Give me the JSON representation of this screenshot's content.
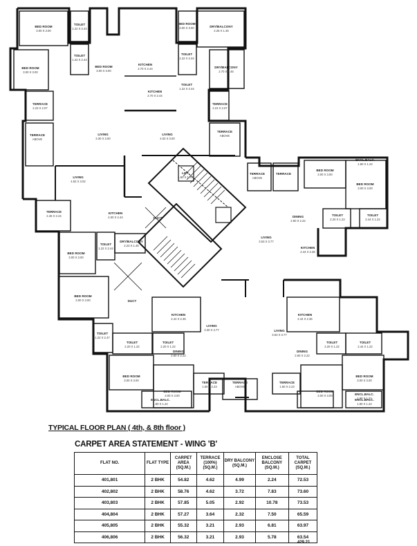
{
  "floor_plan": {
    "rooms": [
      {
        "name": "BED ROOM",
        "dim": "3.00 X 3.00"
      },
      {
        "name": "TOILET",
        "dim": "1.22 X 2.44"
      },
      {
        "name": "TOILET",
        "dim": "1.22 X 2.44"
      },
      {
        "name": "BED ROOM",
        "dim": "3.00 X 3.00"
      },
      {
        "name": "BED ROOM",
        "dim": "3.00 X 3.00"
      },
      {
        "name": "TOILET",
        "dim": "1.22 X 2.44"
      },
      {
        "name": "DRY/BALCONY",
        "dim": "2.26 X 1.45"
      },
      {
        "name": "DRY/BALCONY",
        "dim": "2.70 X 1.45"
      },
      {
        "name": "TOILET",
        "dim": "1.22 X 2.44"
      },
      {
        "name": "BED ROOM",
        "dim": "3.00 X 3.00"
      },
      {
        "name": "KITCHEN",
        "dim": "2.70 X 2.44"
      },
      {
        "name": "KITCHEN",
        "dim": "2.70 X 2.44"
      },
      {
        "name": "TERRACE",
        "dim": "2.23 X 2.07"
      },
      {
        "name": "TERRACE",
        "dim": "2.23 X 2.07"
      },
      {
        "name": "TERRACE",
        "dim": "ABOVE"
      },
      {
        "name": "LIVING",
        "dim": "3.30 X 3.00"
      },
      {
        "name": "LIVING",
        "dim": "4.02 X 3.00"
      },
      {
        "name": "TERRACE",
        "dim": "ABOVE"
      },
      {
        "name": "LIVING",
        "dim": "4.62 X 3.02"
      },
      {
        "name": "LIFT",
        "dim": "1.60 X 1.70"
      },
      {
        "name": "TERRACE",
        "dim": "ABOVE"
      },
      {
        "name": "TERRACE",
        "dim": ""
      },
      {
        "name": "BED ROOM",
        "dim": "3.00 X 3.00"
      },
      {
        "name": "ENCL.BALC.",
        "dim": "1.80 X 1.22"
      },
      {
        "name": "BED ROOM",
        "dim": "3.00 X 3.00"
      },
      {
        "name": "TERRACE",
        "dim": "2.46 X 2.44"
      },
      {
        "name": "KITCHEN",
        "dim": "4.00 X 2.44"
      },
      {
        "name": "DUCT",
        "dim": ""
      },
      {
        "name": "DINING",
        "dim": "2.60 X 2.22"
      },
      {
        "name": "TOILET",
        "dim": "2.20 X 1.22"
      },
      {
        "name": "TOILET",
        "dim": "2.44 X 1.22"
      },
      {
        "name": "DRY/BALCONY",
        "dim": "2.23 X 1.45"
      },
      {
        "name": "TOILET",
        "dim": "1.22 X 2.44"
      },
      {
        "name": "BED ROOM",
        "dim": "3.00 X 3.00"
      },
      {
        "name": "LIVING",
        "dim": "3.53 X 3.77"
      },
      {
        "name": "KITCHEN",
        "dim": "2.44 X 2.36"
      },
      {
        "name": "BED ROOM",
        "dim": "3.00 X 3.00"
      },
      {
        "name": "DUCT",
        "dim": ""
      },
      {
        "name": "TOILET",
        "dim": "1.22 X 2.47"
      },
      {
        "name": "KITCHEN",
        "dim": "2.44 X 2.36"
      },
      {
        "name": "KITCHEN",
        "dim": "2.44 X 2.36"
      },
      {
        "name": "LIVING",
        "dim": "3.30 X 3.77"
      },
      {
        "name": "LIVING",
        "dim": "3.53 X 3.77"
      },
      {
        "name": "TOILET",
        "dim": "2.20 X 1.22"
      },
      {
        "name": "TOILET",
        "dim": "2.20 X 1.22"
      },
      {
        "name": "DINING",
        "dim": "2.60 X 2.22"
      },
      {
        "name": "DINING",
        "dim": "2.60 X 2.22"
      },
      {
        "name": "TOILET",
        "dim": "2.20 X 1.22"
      },
      {
        "name": "TOILET",
        "dim": "2.44 X 1.22"
      },
      {
        "name": "BED ROOM",
        "dim": "3.00 X 3.00"
      },
      {
        "name": "BED ROOM",
        "dim": "3.00 X 3.00"
      },
      {
        "name": "TERRACE",
        "dim": "1.60 X 2.23"
      },
      {
        "name": "TERRACE",
        "dim": "ABOVE"
      },
      {
        "name": "TERRACE",
        "dim": "1.60 X 2.23"
      },
      {
        "name": "BED ROOM",
        "dim": "3.00 X 3.00"
      },
      {
        "name": "BED ROOM",
        "dim": "3.00 X 3.00"
      },
      {
        "name": "ENCL.BALC.",
        "dim": "1.80 X 1.22"
      },
      {
        "name": "ENCL.BALC.",
        "dim": "1.80 X 1.22"
      },
      {
        "name": "ENCL.BALC.",
        "dim": "1.80 X 1.22"
      }
    ]
  },
  "headings": {
    "plan_title": "TYPICAL FLOOR PLAN",
    "plan_floors": "( 4th, & 8th floor )",
    "statement_title": "CARPET AREA STATEMENT - WING 'B'"
  },
  "carpet_table": {
    "headers": [
      "FLAT NO.",
      "FLAT TYPE",
      "CARPET AREA (SQ.M.)",
      "TERRACE (100%) (SQ.M.)",
      "DRY BALCONY (SQ.M.)",
      "ENCLOSE BALCONY (SQ.M.)",
      "TOTAL CARPET (SQ.M.)"
    ],
    "rows": [
      [
        "401,801",
        "2 BHK",
        "54.82",
        "4.62",
        "4.99",
        "2.24",
        "72.53"
      ],
      [
        "402,802",
        "2 BHK",
        "58.76",
        "4.62",
        "3.72",
        "7.83",
        "73.60"
      ],
      [
        "403,803",
        "2 BHK",
        "57.85",
        "5.05",
        "2.92",
        "10.78",
        "73.53"
      ],
      [
        "404,804",
        "2 BHK",
        "57.27",
        "3.64",
        "2.32",
        "7.50",
        "65.59"
      ],
      [
        "405,805",
        "2 BHK",
        "55.32",
        "3.21",
        "2.93",
        "6.81",
        "63.97"
      ],
      [
        "406,806",
        "2 BHK",
        "56.32",
        "3.21",
        "2.93",
        "5.78",
        "63.54"
      ]
    ],
    "grand_total": "429.21"
  }
}
